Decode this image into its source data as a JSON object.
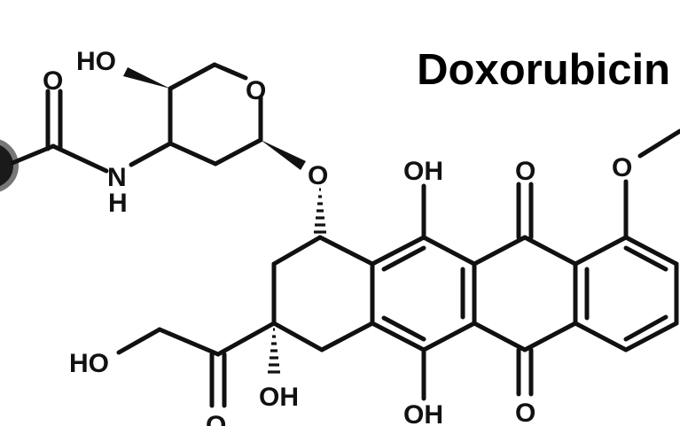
{
  "title": "Doxorubicin",
  "atoms": {
    "ho_sugar": "HO",
    "o_ring": "O",
    "o_carbonyl": "O",
    "n_amide": "N",
    "h_amide": "H",
    "o_glycoside": "O",
    "oh_top": "OH",
    "o_quinone_top": "O",
    "o_methoxy": "O",
    "ho_side": "HO",
    "o_ketone": "O",
    "oh_c9": "OH",
    "oh_bottom": "OH",
    "o_quinone_bottom": "O"
  },
  "colors": {
    "ink": "#111111",
    "background": "#ffffff"
  }
}
